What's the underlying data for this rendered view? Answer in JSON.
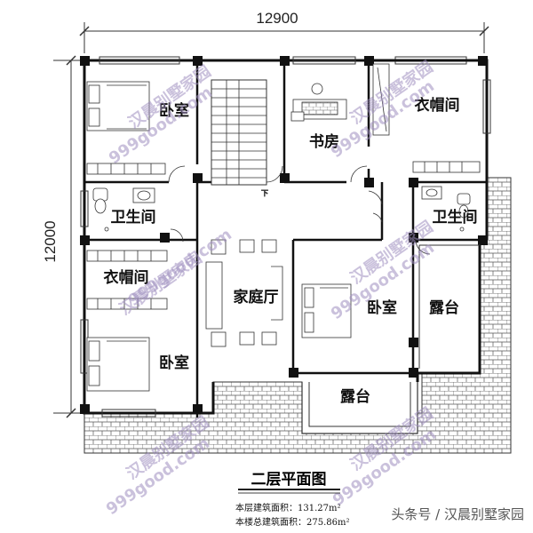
{
  "dimensions": {
    "width": "12900",
    "height": "12000"
  },
  "rooms": {
    "bedroom_nw": "卧室",
    "stair_down": "下",
    "study": "书房",
    "cloakroom_ne": "衣帽间",
    "bathroom_w": "卫生间",
    "bathroom_e": "卫生间",
    "cloakroom_w": "衣帽间",
    "family_hall": "家庭厅",
    "bedroom_center": "卧室",
    "terrace_east": "露台",
    "bedroom_sw": "卧室",
    "terrace_south": "露台"
  },
  "watermarks": {
    "brand": "汉晨别墅家园",
    "site": "999good.com"
  },
  "title": "二层平面图",
  "notes": {
    "floor_area": "本层建筑面积：131.27m²",
    "total_area": "本楼总建筑面积：275.86m²"
  },
  "source_tag": "头条号 / 汉晨别墅家园",
  "colors": {
    "wall": "#111111",
    "line": "#333333",
    "roof_hatch": "#555555",
    "watermark": "#a090c0"
  }
}
